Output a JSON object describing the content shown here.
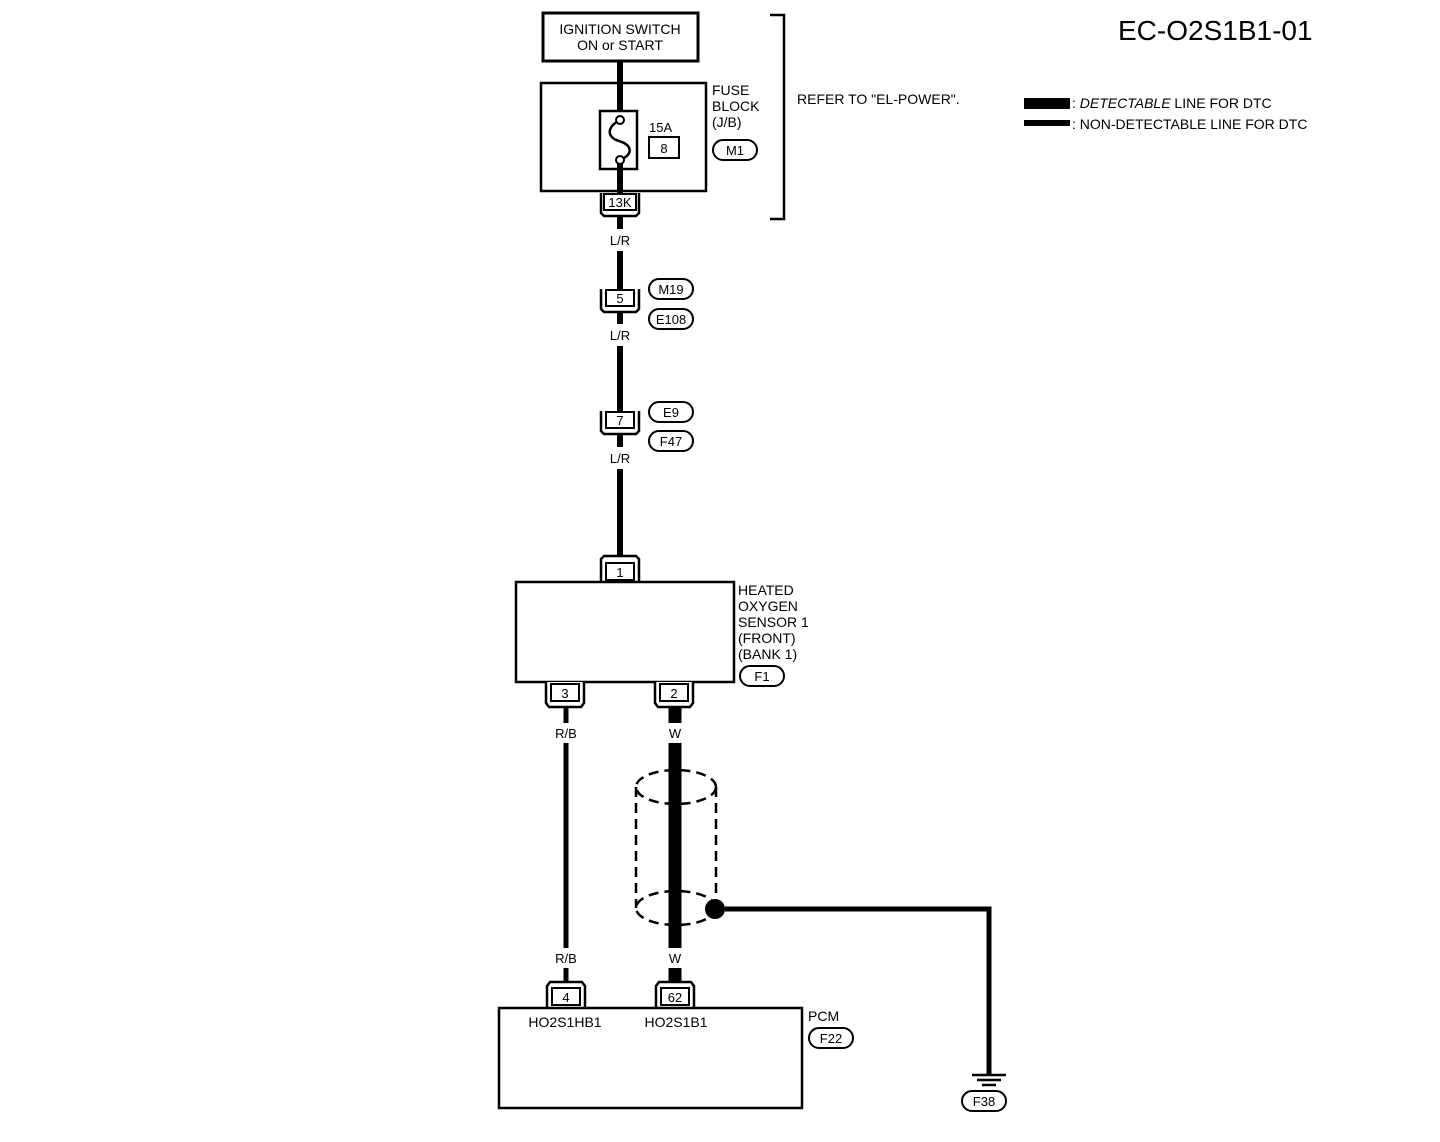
{
  "diagram_id": "EC-O2S1B1-01",
  "ignition": {
    "line1": "IGNITION SWITCH",
    "line2": "ON or START"
  },
  "fuse_block": {
    "lines": [
      "FUSE",
      "BLOCK",
      "(J/B)"
    ],
    "connector": "M1",
    "fuse_rating": "15A",
    "fuse_number": "8",
    "terminal": "13K"
  },
  "refer_note": "REFER TO \"EL-POWER\".",
  "legend": {
    "detectable_prefix": ": ",
    "detectable_italic": "DETECTABLE",
    "detectable_suffix": " LINE FOR DTC",
    "non_detectable": ": NON-DETECTABLE LINE FOR DTC"
  },
  "wire_color_top": "L/R",
  "joint1": {
    "terminal": "5",
    "connector_top": "M19",
    "connector_bottom": "E108"
  },
  "joint2": {
    "terminal": "7",
    "connector_top": "E9",
    "connector_bottom": "F47"
  },
  "sensor": {
    "lines": [
      "HEATED",
      "OXYGEN",
      "SENSOR 1",
      "(FRONT)",
      "(BANK 1)"
    ],
    "connector": "F1",
    "terminal_top": "1",
    "terminal_left": "3",
    "terminal_right": "2"
  },
  "wire_left_color": "R/B",
  "wire_right_color": "W",
  "pcm": {
    "label": "PCM",
    "connector": "F22",
    "terminal_left": "4",
    "terminal_right": "62",
    "signal_left": "HO2S1HB1",
    "signal_right": "HO2S1B1"
  },
  "ground_connector": "F38"
}
